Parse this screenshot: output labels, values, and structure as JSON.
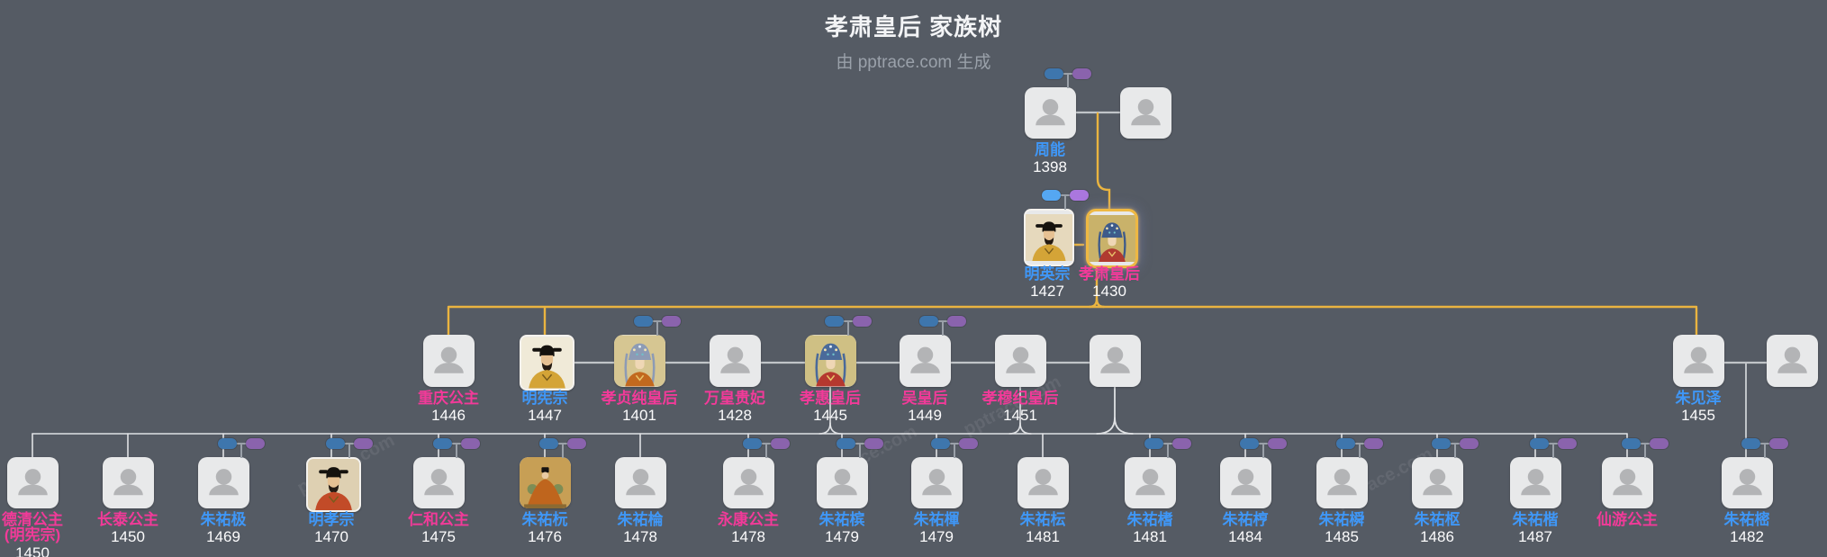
{
  "header": {
    "title": "孝肃皇后 家族树",
    "subtitle": "由 pptrace.com 生成"
  },
  "watermark": "pptrace.com",
  "colors": {
    "background": "#555b64",
    "male_name": "#3f97f7",
    "female_name": "#f23a99",
    "year_text": "#fbfbfc",
    "lineage_line": "#eab440",
    "relation_line": "#c0c4c8",
    "child_line": "#dfe1e4",
    "focus_border": "#eeb843",
    "pill_father": "#3e76ad",
    "pill_mother": "#8a63ad"
  },
  "generations": [
    {
      "people": [
        {
          "name": "周能",
          "year": "1398",
          "gender": "male",
          "portrait": "",
          "pills": "normal"
        },
        {
          "name": "",
          "year": "",
          "gender": "",
          "portrait": "",
          "pills": ""
        }
      ]
    },
    {
      "people": [
        {
          "name": "明英宗",
          "year": "1427",
          "gender": "male",
          "portrait": "emperor-yellow",
          "frame": true,
          "pills": "bright"
        },
        {
          "name": "孝肃皇后",
          "year": "1430",
          "gender": "female",
          "portrait": "empress-gold",
          "focus": true,
          "pills": ""
        }
      ]
    },
    {
      "people": [
        {
          "name": "重庆公主",
          "year": "1446",
          "gender": "female",
          "portrait": "",
          "pills": ""
        },
        {
          "name": "明宪宗",
          "year": "1447",
          "gender": "male",
          "portrait": "emperor-yellow2",
          "frame": true,
          "pills": ""
        },
        {
          "name": "孝贞纯皇后",
          "year": "1401",
          "gender": "female",
          "portrait": "empress-tan",
          "pills": "normal"
        },
        {
          "name": "万皇贵妃",
          "year": "1428",
          "gender": "female",
          "portrait": "",
          "pills": ""
        },
        {
          "name": "孝惠皇后",
          "year": "1445",
          "gender": "female",
          "portrait": "empress-tan2",
          "pills": "normal"
        },
        {
          "name": "吴皇后",
          "year": "1449",
          "gender": "female",
          "portrait": "",
          "pills": "normal"
        },
        {
          "name": "孝穆纪皇后",
          "year": "1451",
          "gender": "female",
          "portrait": "",
          "pills": ""
        },
        {
          "name": "",
          "year": "",
          "gender": "",
          "portrait": "",
          "pills": ""
        },
        {
          "name": "朱见泽",
          "year": "1455",
          "gender": "male",
          "portrait": "",
          "pills": ""
        },
        {
          "name": "",
          "year": "",
          "gender": "",
          "portrait": "",
          "pills": ""
        }
      ]
    },
    {
      "people": [
        {
          "name": "德清公主",
          "name2": "(明宪宗)",
          "year": "1450",
          "gender": "female",
          "portrait": "",
          "pills": ""
        },
        {
          "name": "长泰公主",
          "year": "1450",
          "gender": "female",
          "portrait": "",
          "pills": ""
        },
        {
          "name": "朱祐极",
          "year": "1469",
          "gender": "male",
          "portrait": "",
          "pills": "normal"
        },
        {
          "name": "明孝宗",
          "year": "1470",
          "gender": "male",
          "portrait": "emperor-red",
          "frame": true,
          "pills": "normal"
        },
        {
          "name": "仁和公主",
          "year": "1475",
          "gender": "female",
          "portrait": "",
          "pills": "normal"
        },
        {
          "name": "朱祐杬",
          "year": "1476",
          "gender": "male",
          "portrait": "seated",
          "pills": "normal"
        },
        {
          "name": "朱祐棆",
          "year": "1478",
          "gender": "male",
          "portrait": "",
          "pills": ""
        },
        {
          "name": "永康公主",
          "year": "1478",
          "gender": "female",
          "portrait": "",
          "pills": "normal"
        },
        {
          "name": "朱祐槟",
          "year": "1479",
          "gender": "male",
          "portrait": "",
          "pills": "normal"
        },
        {
          "name": "朱祐楎",
          "year": "1479",
          "gender": "male",
          "portrait": "",
          "pills": "normal"
        },
        {
          "name": "朱祐枟",
          "year": "1481",
          "gender": "male",
          "portrait": "",
          "pills": ""
        },
        {
          "name": "朱祐榰",
          "year": "1481",
          "gender": "male",
          "portrait": "",
          "pills": "normal"
        },
        {
          "name": "朱祐梈",
          "year": "1484",
          "gender": "male",
          "portrait": "",
          "pills": "normal"
        },
        {
          "name": "朱祐橓",
          "year": "1485",
          "gender": "male",
          "portrait": "",
          "pills": "normal"
        },
        {
          "name": "朱祐枢",
          "year": "1486",
          "gender": "male",
          "portrait": "",
          "pills": "normal"
        },
        {
          "name": "朱祐楷",
          "year": "1487",
          "gender": "male",
          "portrait": "",
          "pills": "normal"
        },
        {
          "name": "仙游公主",
          "year": "",
          "gender": "female",
          "portrait": "",
          "pills": "normal"
        },
        {
          "name": "朱祐樒",
          "year": "1482",
          "gender": "male",
          "portrait": "",
          "pills": "normal"
        }
      ]
    }
  ]
}
